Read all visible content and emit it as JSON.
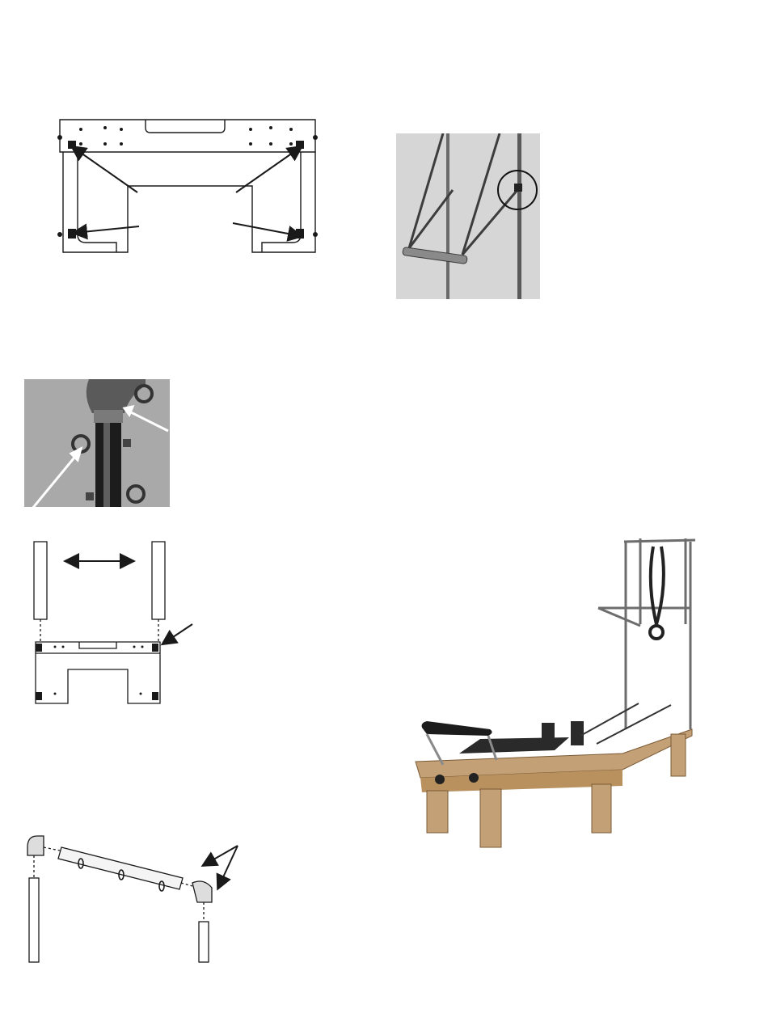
{
  "page": {
    "background": "#ffffff"
  },
  "figures": [
    {
      "id": "base-frame-diagram",
      "caption": ""
    },
    {
      "id": "trapeze-bar-photo",
      "caption": ""
    },
    {
      "id": "eyebolt-closeup-photo",
      "caption": ""
    },
    {
      "id": "uprights-diagram",
      "caption": ""
    },
    {
      "id": "crossbar-assembly-diagram",
      "caption": ""
    },
    {
      "id": "reformer-tower-photo",
      "caption": ""
    }
  ],
  "colors": {
    "line": "#1a1a1a",
    "photo_gray": "#b9b9b9",
    "wood": "#c4a076",
    "upholstery": "#2a2a2a"
  }
}
